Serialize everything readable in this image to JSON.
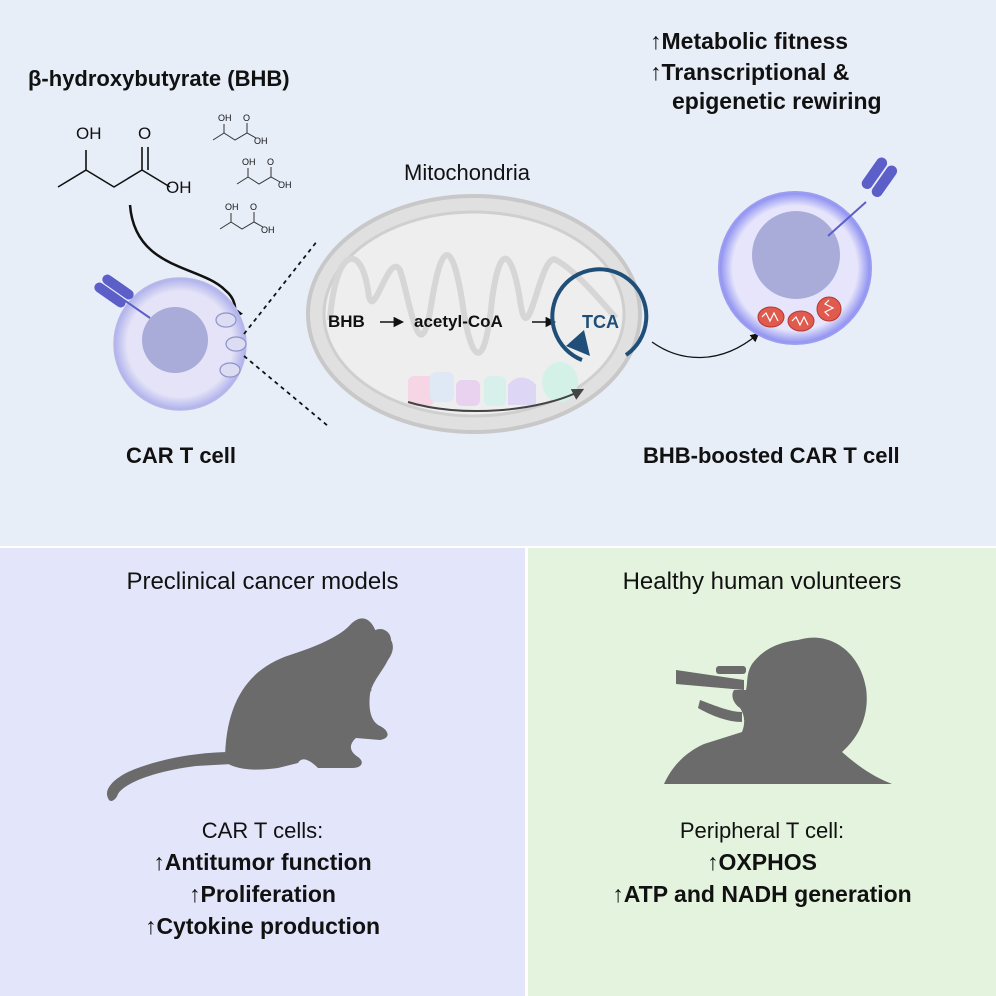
{
  "top": {
    "bhb_title": "β-hydroxybutyrate (BHB)",
    "structure_labels": {
      "oh_top": "OH",
      "o": "O",
      "oh_right": "OH"
    },
    "small_labels": {
      "oh": "OH",
      "o": "O"
    },
    "mitochondria_label": "Mitochondria",
    "pathway": {
      "bhb": "BHB",
      "acetyl_coa": "acetyl-CoA",
      "tca": "TCA"
    },
    "car_t_label": "CAR T cell",
    "boosted_label": "BHB-boosted CAR T cell",
    "outcomes": {
      "line1": "↑Metabolic fitness",
      "line2": "↑Transcriptional &",
      "line3": "epigenetic rewiring"
    }
  },
  "left_panel": {
    "title": "Preclinical cancer models",
    "subtitle": "CAR T cells:",
    "items": [
      "↑Antitumor function",
      "↑Proliferation",
      "↑Cytokine production"
    ]
  },
  "right_panel": {
    "title": "Healthy human volunteers",
    "subtitle": "Peripheral T cell:",
    "items": [
      "↑OXPHOS",
      "↑ATP and NADH generation"
    ]
  },
  "colors": {
    "top_bg": "#e8eef8",
    "left_bg": "#e3e6fa",
    "right_bg": "#e4f3de",
    "car_purple": "#5b5fc7",
    "tca_blue": "#1f4e79",
    "mito_red": "#e05a4e",
    "silhouette": "#6b6b6b"
  }
}
